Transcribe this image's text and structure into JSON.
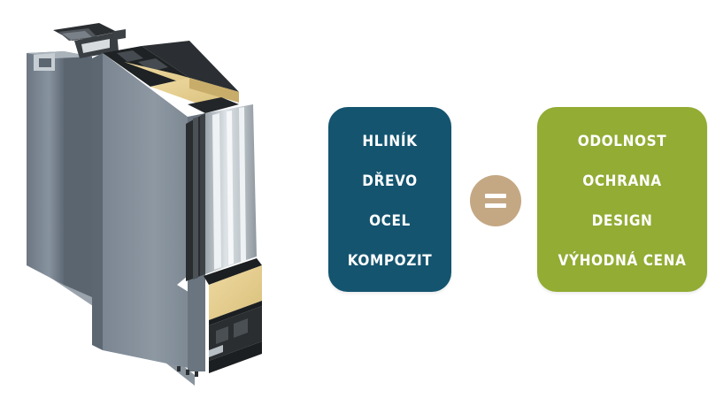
{
  "colors": {
    "materials_box": "#14546f",
    "benefits_box": "#92ac34",
    "equals_badge": "#c4a884",
    "text": "#ffffff"
  },
  "materials": [
    {
      "label": "HLINÍK"
    },
    {
      "label": "DŘEVO"
    },
    {
      "label": "OCEL"
    },
    {
      "label": "KOMPOZIT"
    }
  ],
  "benefits": [
    {
      "label": "ODOLNOST"
    },
    {
      "label": "OCHRANA"
    },
    {
      "label": "DESIGN"
    },
    {
      "label": "VÝHODNÁ CENA"
    }
  ],
  "profile_image": {
    "icon": "door-profile-cross-section-icon"
  },
  "equals_badge": {
    "icon": "equals-icon"
  }
}
